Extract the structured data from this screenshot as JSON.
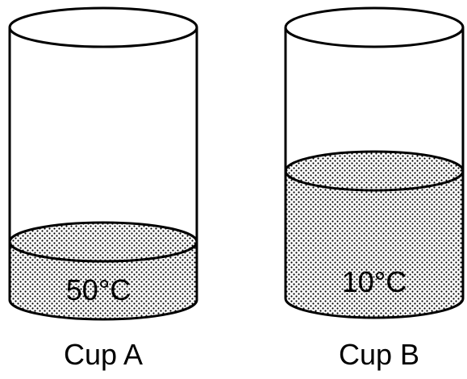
{
  "cups": [
    {
      "name": "Cup A",
      "temperature": "50°C",
      "water_level": "low"
    },
    {
      "name": "Cup B",
      "temperature": "10°C",
      "water_level": "high"
    }
  ],
  "colors": {
    "line": "#000000",
    "background": "#ffffff",
    "dot": "#000000"
  }
}
